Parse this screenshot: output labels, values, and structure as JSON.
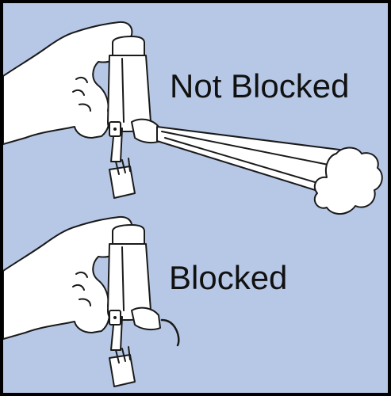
{
  "panel": {
    "background_color": "#b7c8e6",
    "border_color": "#000000"
  },
  "labels": {
    "not_blocked": "Not Blocked",
    "blocked": "Blocked"
  },
  "scenes": [
    {
      "state": "not-blocked",
      "spray": "long plume ending in cloud"
    },
    {
      "state": "blocked",
      "spray": "short dribble"
    }
  ]
}
